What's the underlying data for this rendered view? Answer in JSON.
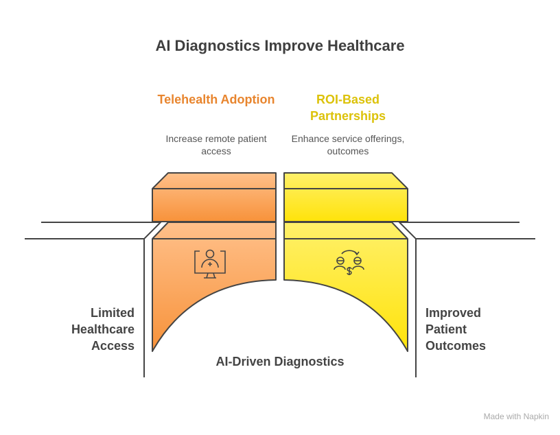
{
  "title": "AI Diagnostics Improve Healthcare",
  "left_pillar": {
    "heading": "Telehealth Adoption",
    "description": "Increase remote patient access",
    "color": "#f7a04f",
    "icon": "telehealth-monitor-icon"
  },
  "right_pillar": {
    "heading": "ROI-Based Partnerships",
    "description": "Enhance service offerings, outcomes",
    "color": "#ffe419",
    "icon": "exchange-money-icon"
  },
  "left_label": "Limited Healthcare Access",
  "right_label": "Improved Patient Outcomes",
  "bridge_label": "AI-Driven Diagnostics",
  "footer": "Made with Napkin"
}
